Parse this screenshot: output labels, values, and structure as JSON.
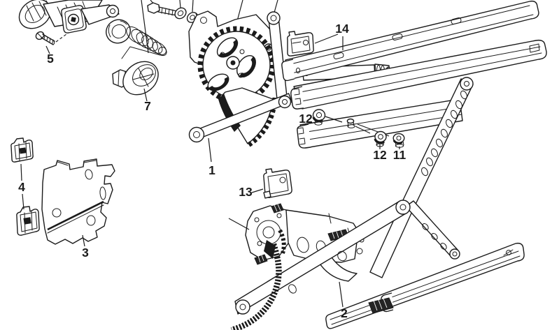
{
  "figure": {
    "kind": "exploded-parts-line-drawing",
    "background_color": "#ffffff",
    "line_color": "#1b1b1b"
  },
  "callouts": [
    {
      "part": "1"
    },
    {
      "part": "2"
    },
    {
      "part": "3"
    },
    {
      "part": "4"
    },
    {
      "part": "5"
    },
    {
      "part": "7"
    },
    {
      "part": "11"
    },
    {
      "part": "12"
    },
    {
      "part": "12"
    },
    {
      "part": "13"
    },
    {
      "part": "14"
    }
  ]
}
